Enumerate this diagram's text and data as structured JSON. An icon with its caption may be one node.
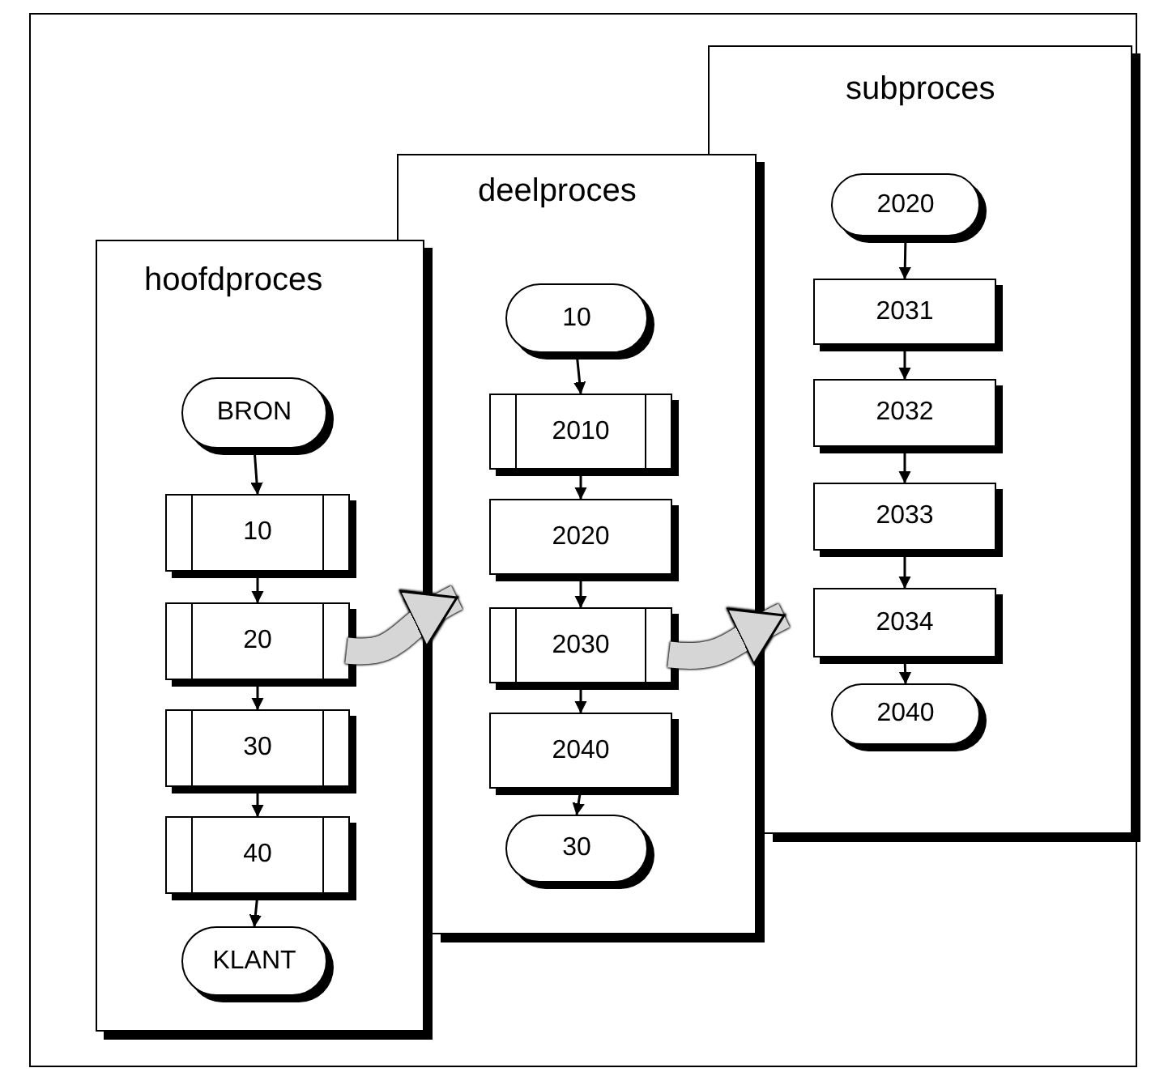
{
  "diagram": {
    "nodes": [
      {
        "text": [
          "hoofdproces"
        ]
      },
      {
        "text": [
          "BRON"
        ],
        "in": 0
      },
      {
        "text": [
          "10"
        ],
        "in": 0
      },
      {
        "text": [
          "20"
        ],
        "in": 0
      },
      {
        "text": [
          "30"
        ],
        "in": 0
      },
      {
        "text": [
          "40"
        ],
        "in": 0
      },
      {
        "text": [
          "KLANT"
        ],
        "in": 0
      },
      {
        "text": [
          "deelproces"
        ]
      },
      {
        "text": [
          "10"
        ],
        "in": 7
      },
      {
        "text": [
          "2010"
        ],
        "in": 7
      },
      {
        "text": [
          "2020"
        ],
        "in": 7
      },
      {
        "text": [
          "2030"
        ],
        "in": 7
      },
      {
        "text": [
          "2040"
        ],
        "in": 7
      },
      {
        "text": [
          "30"
        ],
        "in": 7
      },
      {
        "text": [
          "subproces"
        ]
      },
      {
        "text": [
          "2020"
        ],
        "in": 14
      },
      {
        "text": [
          "2031"
        ],
        "in": 14
      },
      {
        "text": [
          "2032"
        ],
        "in": 14
      },
      {
        "text": [
          "2033"
        ],
        "in": 14
      },
      {
        "text": [
          "2034"
        ],
        "in": 14
      },
      {
        "text": [
          "2040"
        ],
        "in": 14
      }
    ],
    "edges": [
      {
        "from": 1,
        "to": 2,
        "arrow": "to"
      },
      {
        "from": 2,
        "to": 3,
        "arrow": "to"
      },
      {
        "from": 3,
        "to": 4,
        "arrow": "to"
      },
      {
        "from": 4,
        "to": 5,
        "arrow": "to"
      },
      {
        "from": 5,
        "to": 6,
        "arrow": "to"
      },
      {
        "from": 8,
        "to": 9,
        "arrow": "to"
      },
      {
        "from": 9,
        "to": 10,
        "arrow": "to"
      },
      {
        "from": 10,
        "to": 11,
        "arrow": "to"
      },
      {
        "from": 11,
        "to": 12,
        "arrow": "to"
      },
      {
        "from": 12,
        "to": 13,
        "arrow": "to"
      },
      {
        "from": 15,
        "to": 16,
        "arrow": "to"
      },
      {
        "from": 16,
        "to": 17,
        "arrow": "to"
      },
      {
        "from": 17,
        "to": 18,
        "arrow": "to"
      },
      {
        "from": 18,
        "to": 19,
        "arrow": "to"
      },
      {
        "from": 19,
        "to": 20,
        "arrow": "to"
      },
      {
        "from": 3,
        "to": 7,
        "arrow": "to",
        "style": "thick",
        "color": "#d6d6d6"
      },
      {
        "from": 11,
        "to": 14,
        "arrow": "to",
        "style": "thick",
        "color": "#d6d6d6"
      }
    ]
  }
}
